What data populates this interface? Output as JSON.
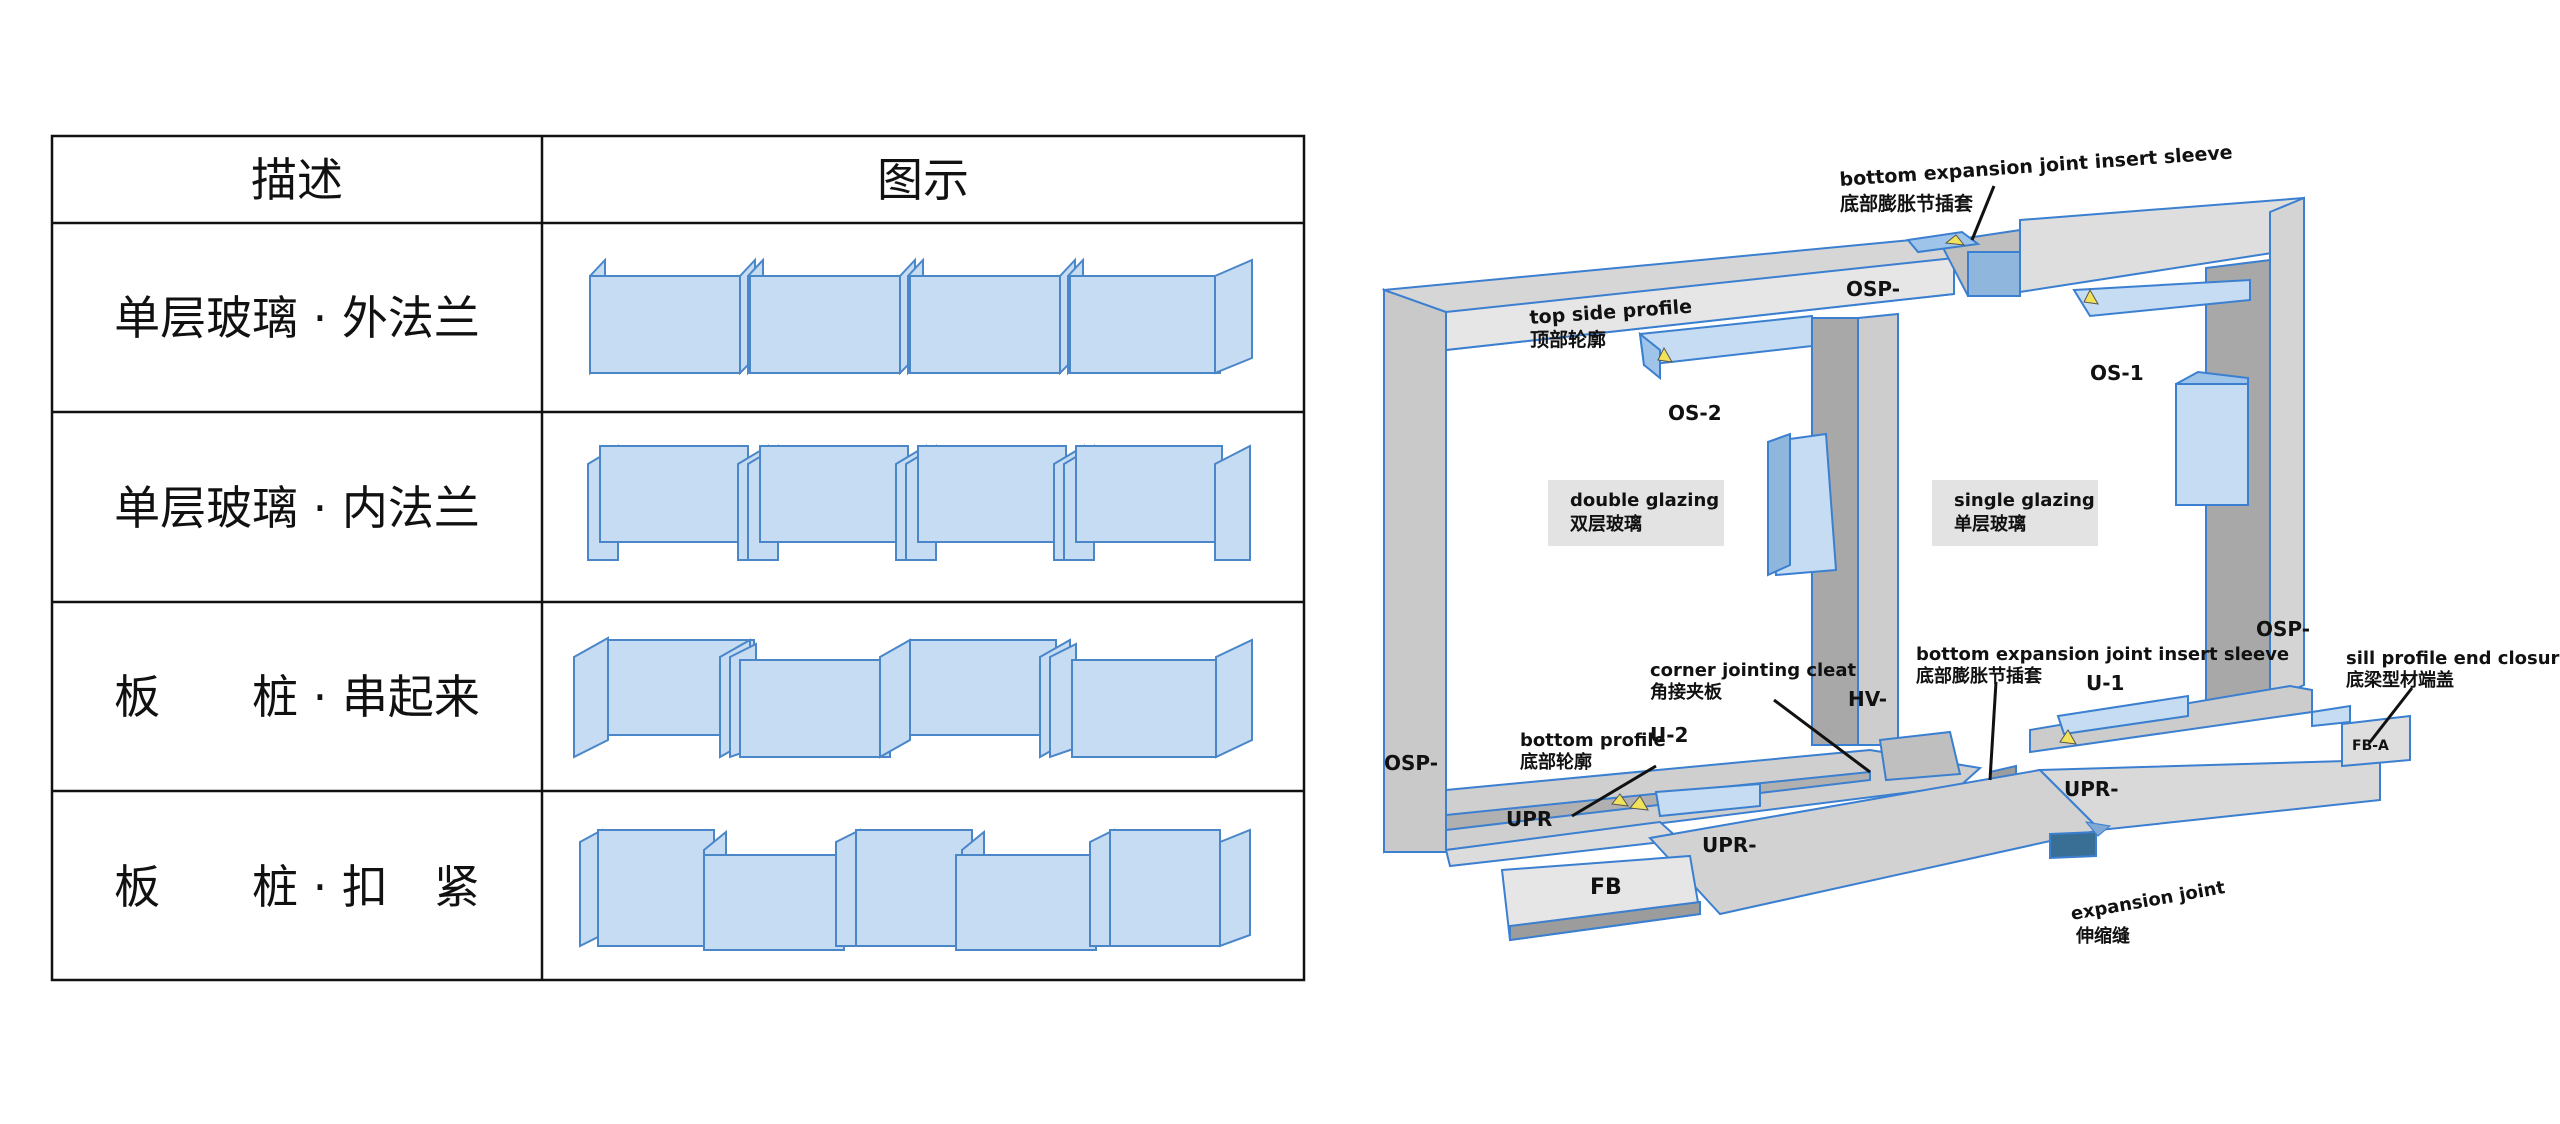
{
  "table": {
    "headers": [
      "描述",
      "图示"
    ],
    "rows": [
      {
        "label": "单层玻璃 · 外法兰",
        "variant": "outer-flange"
      },
      {
        "label": "单层玻璃 · 内法兰",
        "variant": "inner-flange"
      },
      {
        "label": "板　　桩 · 串起来",
        "variant": "strung"
      },
      {
        "label": "板　　桩 · 扣　紧",
        "variant": "clasped"
      }
    ]
  },
  "diagram": {
    "labels": {
      "sleeve_top_en": "bottom expansion joint insert sleeve",
      "sleeve_top_zh": "底部膨胀节插套",
      "top_side_en": "top side profile",
      "top_side_zh": "顶部轮廓",
      "osp_top": "OSP-",
      "os2": "OS-2",
      "os1": "OS-1",
      "double_en": "double glazing",
      "double_zh": "双层玻璃",
      "single_en": "single glazing",
      "single_zh": "单层玻璃",
      "osp_right": "OSP-",
      "sill_en": "sill profile end closure",
      "sill_zh": "底梁型材端盖",
      "corner_en": "corner jointing cleat",
      "corner_zh": "角接夹板",
      "sleeve_bot_en": "bottom expansion joint insert sleeve",
      "sleeve_bot_zh": "底部膨胀节插套",
      "hv": "HV-",
      "u1": "U-1",
      "u2": "U-2",
      "bottom_en": "bottom profile",
      "bottom_zh": "底部轮廓",
      "osp_left": "OSP-",
      "upr_left": "UPR",
      "upr_mid": "UPR-",
      "upr_right": "UPR-",
      "fb": "FB",
      "fb_right": "FB-A",
      "exp_en": "expansion joint",
      "exp_zh": "伸缩缝"
    }
  },
  "colors": {
    "glass": "#c5dcf2",
    "glass_edge": "#4a86c8",
    "frame_gray": "#d2d2d2",
    "frame_dark": "#a9a9a9",
    "arrow_yellow": "#f2e25a"
  }
}
